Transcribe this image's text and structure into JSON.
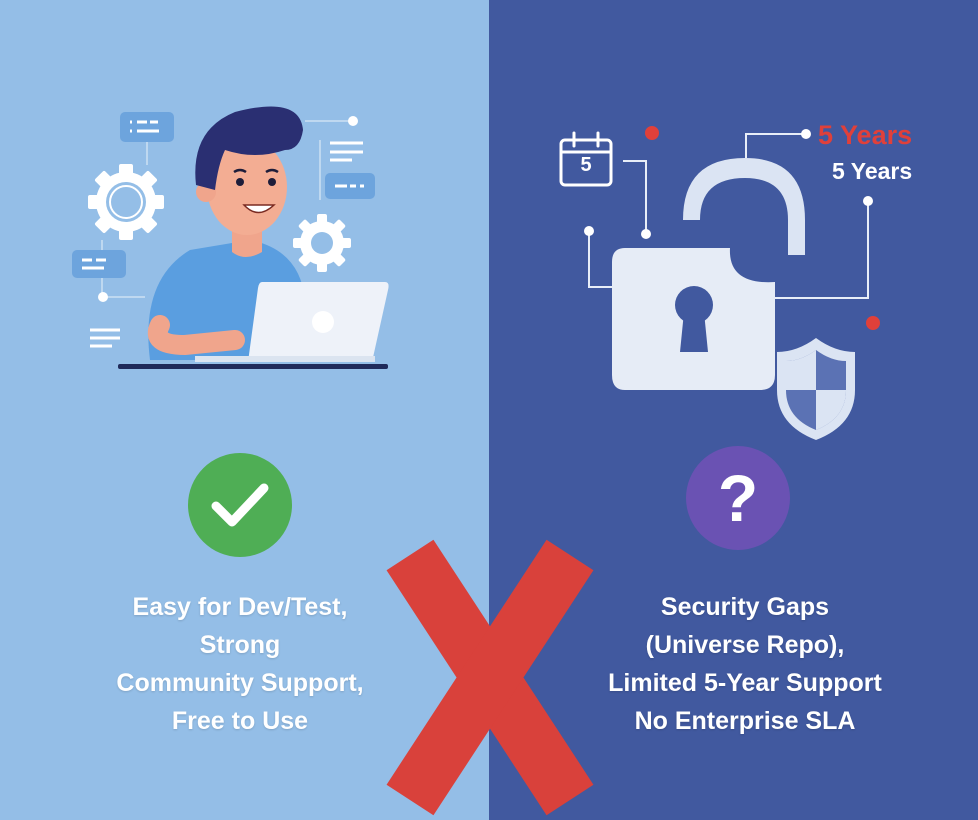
{
  "left_panel": {
    "caption_lines": [
      "Easy for Dev/Test,",
      "Strong",
      "Community Support,",
      "Free to Use"
    ],
    "status_icon": "check-icon",
    "background": "#94bee7"
  },
  "right_panel": {
    "calendar_number": "5",
    "label_red": "5 Years",
    "label_white": "5 Years",
    "status_icon": "question-icon",
    "status_symbol": "?",
    "caption_lines": [
      "Security Gaps",
      "(Universe Repo),",
      "Limited 5-Year Support",
      "No Enterprise SLA"
    ],
    "background": "#41599f"
  },
  "colors": {
    "cross": "#d9413b",
    "check": "#4fae55",
    "question": "#6a52b3",
    "accent_red": "#e0403a"
  }
}
